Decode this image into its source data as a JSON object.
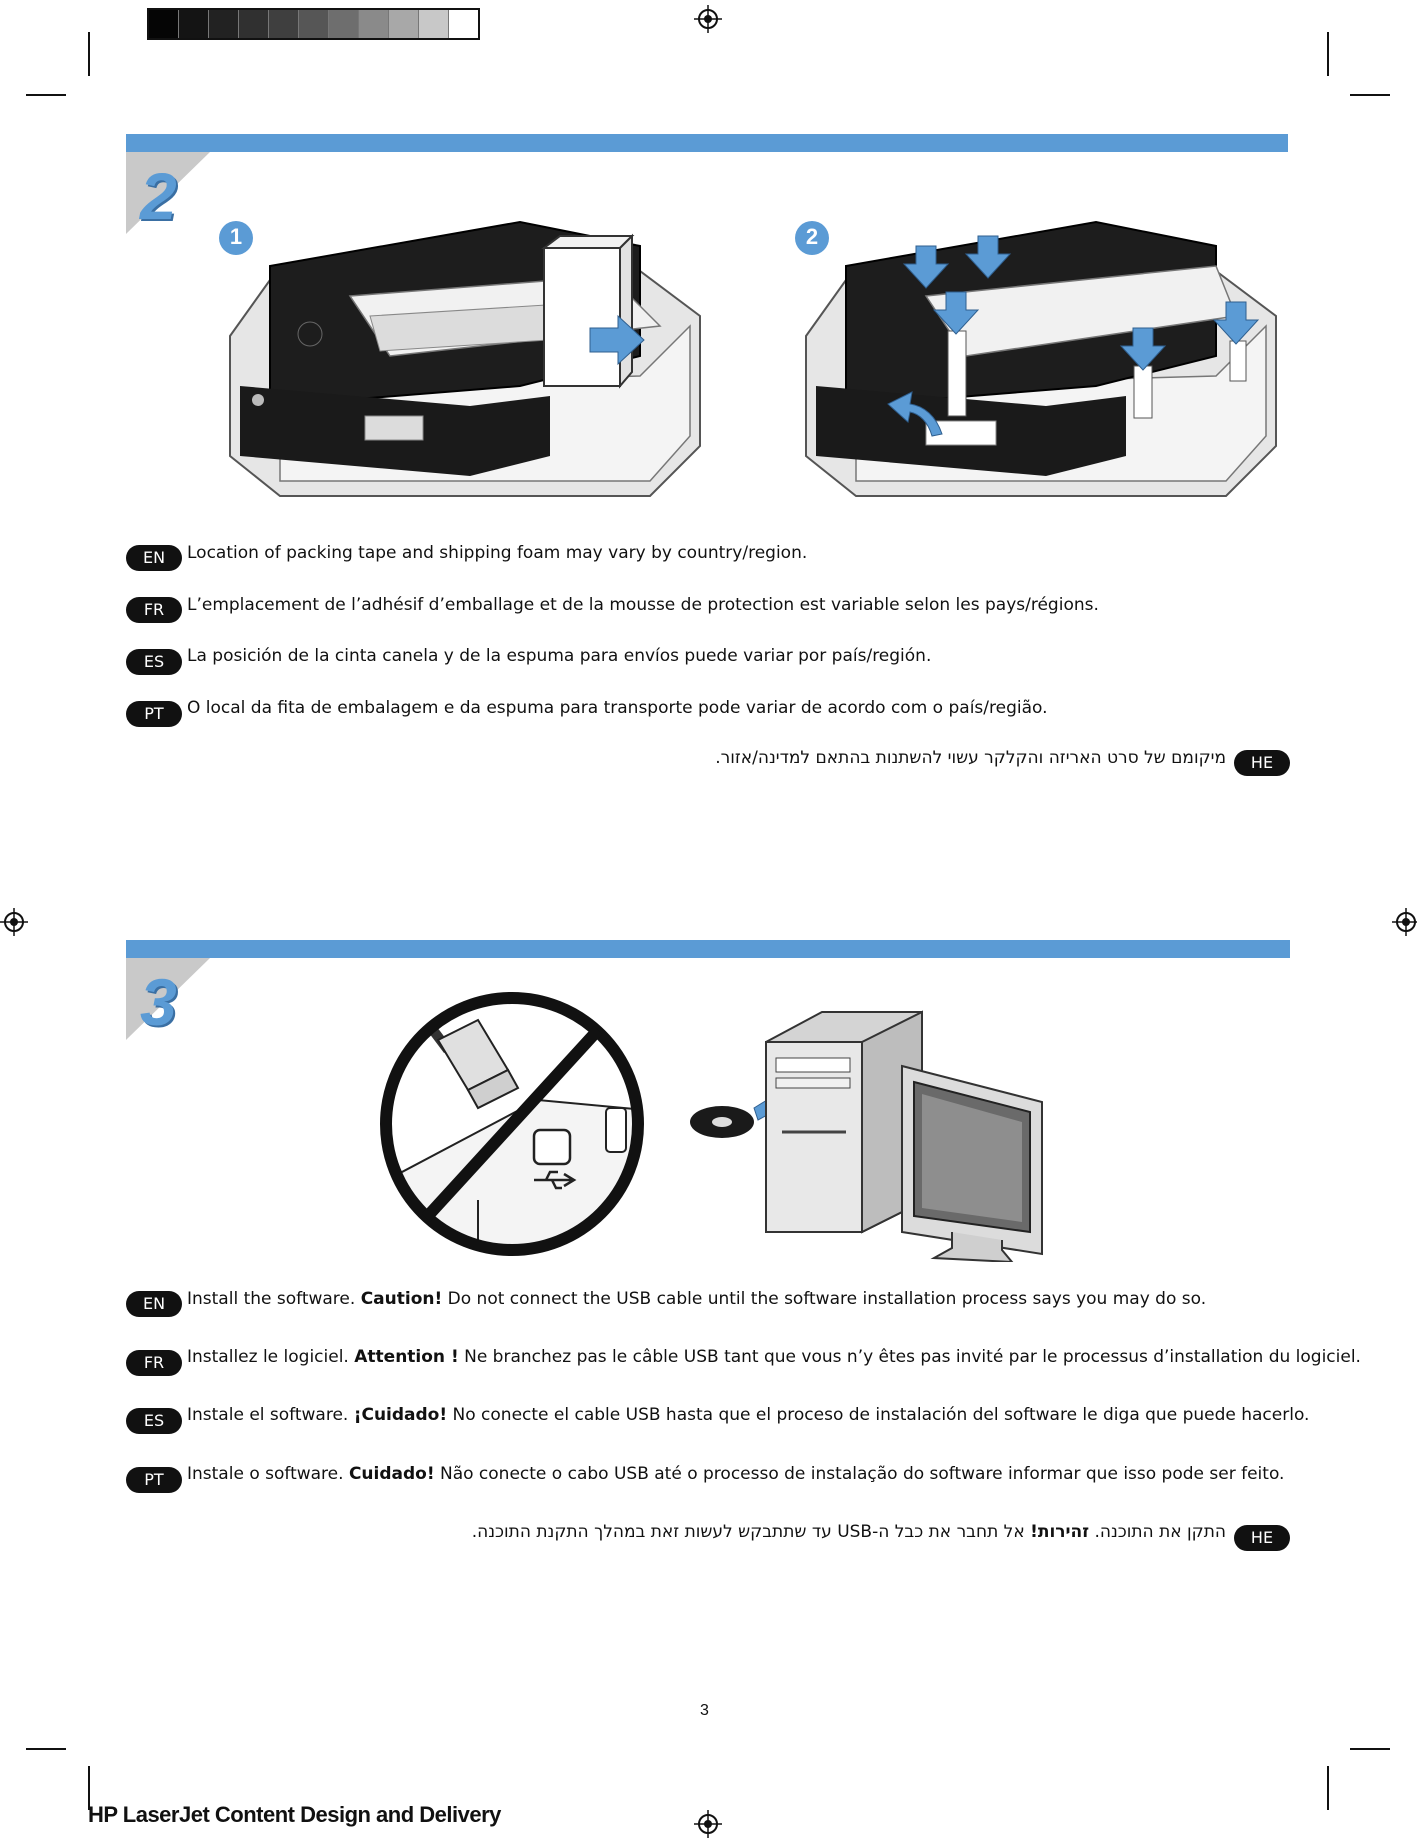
{
  "color_bar": {
    "swatches": [
      "#050505",
      "#141414",
      "#222222",
      "#303030",
      "#3f3f3f",
      "#565656",
      "#6e6e6e",
      "#8a8a8a",
      "#a8a8a8",
      "#c8c8c8",
      "#ffffff"
    ]
  },
  "colors": {
    "accent": "#5b9bd5",
    "badge": "#111111"
  },
  "sections": [
    {
      "step": "2",
      "callouts": [
        "1",
        "2"
      ],
      "lines": [
        {
          "lang": "EN",
          "text": "Location of packing tape and shipping foam may vary by country/region."
        },
        {
          "lang": "FR",
          "text": "L’emplacement de l’adhésif d’emballage et de la mousse de protection est variable selon les pays/régions."
        },
        {
          "lang": "ES",
          "text": "La posición de la cinta canela y de la espuma para envíos puede variar por país/región."
        },
        {
          "lang": "PT",
          "text": "O local da fita de embalagem e da espuma para transporte pode variar de acordo com o país/região."
        },
        {
          "lang": "HE",
          "text": "מיקומם של סרט האריזה והקלקר עשוי להשתנות בהתאם למדינה/אזור."
        }
      ]
    },
    {
      "step": "3",
      "lines": [
        {
          "lang": "EN",
          "pre": "Install the software. ",
          "bold": "Caution!",
          "post": " Do not connect the USB cable until the software installation process says you may do so."
        },
        {
          "lang": "FR",
          "pre": "Installez le logiciel. ",
          "bold": "Attention !",
          "post": " Ne branchez pas le câble USB tant que vous n’y êtes pas invité par le processus d’installation du logiciel."
        },
        {
          "lang": "ES",
          "pre": "Instale el software. ",
          "bold": "¡Cuidado!",
          "post": " No conecte el cable USB hasta que el proceso de instalación del software le diga que puede hacerlo."
        },
        {
          "lang": "PT",
          "pre": "Instale o software. ",
          "bold": "Cuidado!",
          "post": " Não conecte o cabo USB até o processo de instalação do software informar que isso pode ser feito."
        },
        {
          "lang": "HE",
          "pre": "התקן את התוכנה. ",
          "bold": "זהירות!",
          "post": " אל תחבר את כבל ה-USB עד שתתבקש לעשות זאת במהלך התקנת התוכנה."
        }
      ]
    }
  ],
  "page_number": "3",
  "footer": "HP LaserJet Content Design and Delivery"
}
